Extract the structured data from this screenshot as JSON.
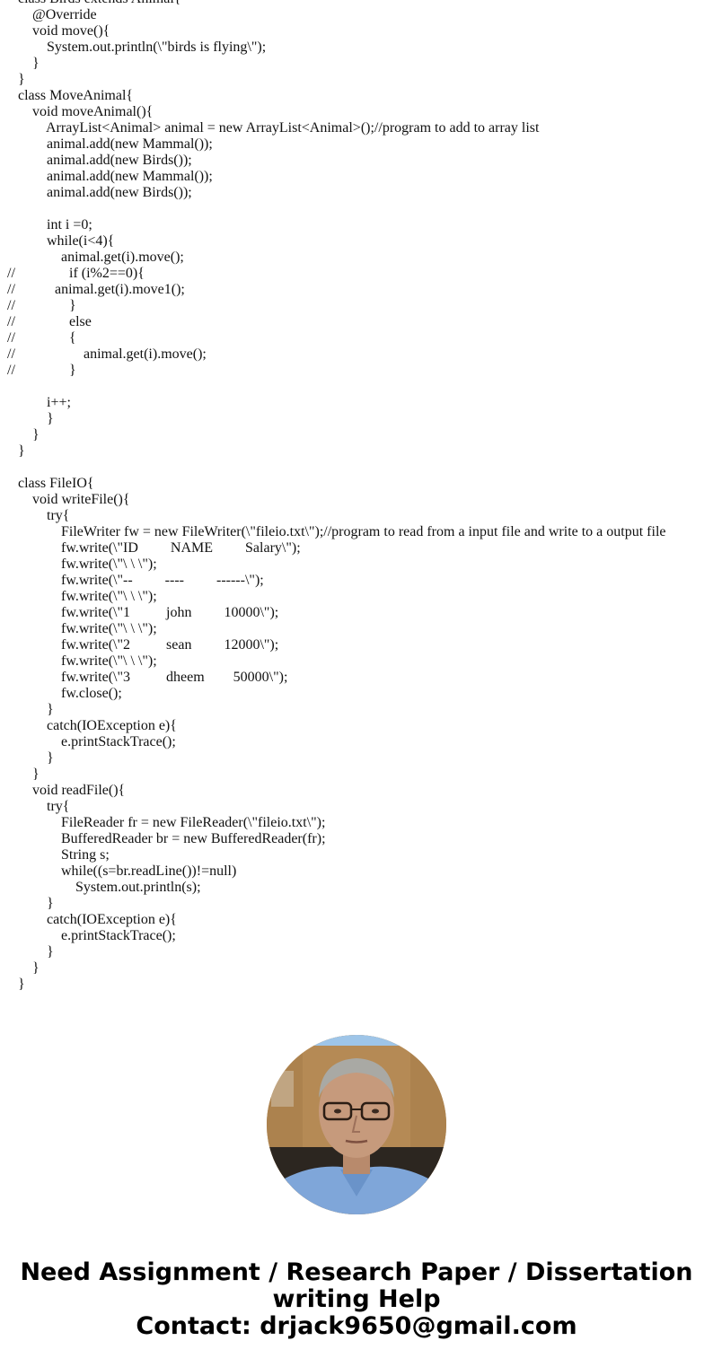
{
  "code": {
    "lines": [
      {
        "indent": 20,
        "text": "class Birds extends Animal{"
      },
      {
        "indent": 36,
        "text": "@Override"
      },
      {
        "indent": 36,
        "text": "void move(){"
      },
      {
        "indent": 52,
        "text": "System.out.println(\\\"birds is flying\\\");"
      },
      {
        "indent": 36,
        "text": "}"
      },
      {
        "indent": 20,
        "text": "}"
      },
      {
        "indent": 20,
        "text": "class MoveAnimal{"
      },
      {
        "indent": 36,
        "text": "void moveAnimal(){"
      },
      {
        "indent": 51,
        "text": "ArrayList<Animal> animal = new ArrayList<Animal>();//program to add to array list"
      },
      {
        "indent": 52,
        "text": "animal.add(new Mammal());"
      },
      {
        "indent": 52,
        "text": "animal.add(new Birds());"
      },
      {
        "indent": 52,
        "text": "animal.add(new Mammal());"
      },
      {
        "indent": 52,
        "text": "animal.add(new Birds());"
      },
      {
        "indent": 52,
        "text": ""
      },
      {
        "indent": 52,
        "text": "int i =0;"
      },
      {
        "indent": 52,
        "text": "while(i<4){"
      },
      {
        "indent": 68,
        "text": "animal.get(i).move();"
      },
      {
        "indent": 77,
        "text": "if (i%2==0){",
        "comment": "//"
      },
      {
        "indent": 61,
        "text": "animal.get(i).move1();",
        "comment": "//"
      },
      {
        "indent": 77,
        "text": "}",
        "comment": "//"
      },
      {
        "indent": 77,
        "text": "else",
        "comment": "//"
      },
      {
        "indent": 77,
        "text": "{",
        "comment": "//"
      },
      {
        "indent": 93,
        "text": "animal.get(i).move();",
        "comment": "//"
      },
      {
        "indent": 77,
        "text": "}",
        "comment": "//"
      },
      {
        "indent": 52,
        "text": ""
      },
      {
        "indent": 52,
        "text": "i++;"
      },
      {
        "indent": 52,
        "text": "}"
      },
      {
        "indent": 36,
        "text": "}"
      },
      {
        "indent": 20,
        "text": "}"
      },
      {
        "indent": 20,
        "text": ""
      },
      {
        "indent": 20,
        "text": "class FileIO{"
      },
      {
        "indent": 36,
        "text": "void writeFile(){"
      },
      {
        "indent": 52,
        "text": "try{"
      },
      {
        "indent": 68,
        "text": "FileWriter fw = new FileWriter(\\\"fileio.txt\\\");//program to read from a input file and write to a output file"
      },
      {
        "indent": 68,
        "text": "fw.write(\\\"ID         NAME         Salary\\\");"
      },
      {
        "indent": 68,
        "text": "fw.write(\\\"\\ \\ \\\");"
      },
      {
        "indent": 68,
        "text": "fw.write(\\\"--         ----         ------\\\");"
      },
      {
        "indent": 68,
        "text": "fw.write(\\\"\\ \\ \\\");"
      },
      {
        "indent": 68,
        "text": "fw.write(\\\"1          john         10000\\\");"
      },
      {
        "indent": 68,
        "text": "fw.write(\\\"\\ \\ \\\");"
      },
      {
        "indent": 68,
        "text": "fw.write(\\\"2          sean         12000\\\");"
      },
      {
        "indent": 68,
        "text": "fw.write(\\\"\\ \\ \\\");"
      },
      {
        "indent": 68,
        "text": "fw.write(\\\"3          dheem        50000\\\");"
      },
      {
        "indent": 68,
        "text": "fw.close();"
      },
      {
        "indent": 52,
        "text": "}"
      },
      {
        "indent": 52,
        "text": "catch(IOException e){"
      },
      {
        "indent": 68,
        "text": "e.printStackTrace();"
      },
      {
        "indent": 52,
        "text": "}"
      },
      {
        "indent": 36,
        "text": "}"
      },
      {
        "indent": 36,
        "text": "void readFile(){"
      },
      {
        "indent": 52,
        "text": "try{"
      },
      {
        "indent": 68,
        "text": "FileReader fr = new FileReader(\\\"fileio.txt\\\");"
      },
      {
        "indent": 68,
        "text": "BufferedReader br = new BufferedReader(fr);"
      },
      {
        "indent": 68,
        "text": "String s;"
      },
      {
        "indent": 68,
        "text": "while((s=br.readLine())!=null)"
      },
      {
        "indent": 84,
        "text": "System.out.println(s);"
      },
      {
        "indent": 52,
        "text": "}"
      },
      {
        "indent": 52,
        "text": "catch(IOException e){"
      },
      {
        "indent": 68,
        "text": "e.printStackTrace();"
      },
      {
        "indent": 52,
        "text": "}"
      },
      {
        "indent": 36,
        "text": "}"
      },
      {
        "indent": 20,
        "text": "}"
      }
    ]
  },
  "author": {
    "avatar_label": "author-photo"
  },
  "promo": {
    "line1": "Need Assignment / Research Paper / Dissertation",
    "line2": "writing Help",
    "line3": "Contact: drjack9650@gmail.com"
  },
  "colors": {
    "text": "#111111",
    "background": "#ffffff",
    "shirt": "#7fa6d9",
    "wall": "#b58a55"
  }
}
